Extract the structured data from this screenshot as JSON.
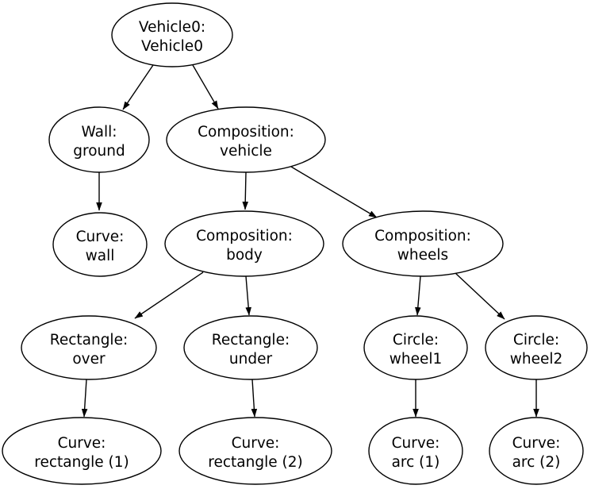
{
  "diagram": {
    "type": "tree",
    "background": "#ffffff",
    "node_fill": "#ffffff",
    "node_stroke": "#000000",
    "edge_color": "#000000",
    "text_color": "#000000",
    "nodes": [
      {
        "id": "vehicle0",
        "line1": "Vehicle0:",
        "line2": "Vehicle0"
      },
      {
        "id": "wall-ground",
        "line1": "Wall:",
        "line2": "ground"
      },
      {
        "id": "composition-vehicle",
        "line1": "Composition:",
        "line2": "vehicle"
      },
      {
        "id": "curve-wall",
        "line1": "Curve:",
        "line2": "wall"
      },
      {
        "id": "composition-body",
        "line1": "Composition:",
        "line2": "body"
      },
      {
        "id": "composition-wheels",
        "line1": "Composition:",
        "line2": "wheels"
      },
      {
        "id": "rectangle-over",
        "line1": "Rectangle:",
        "line2": "over"
      },
      {
        "id": "rectangle-under",
        "line1": "Rectangle:",
        "line2": "under"
      },
      {
        "id": "circle-wheel1",
        "line1": "Circle:",
        "line2": "wheel1"
      },
      {
        "id": "circle-wheel2",
        "line1": "Circle:",
        "line2": "wheel2"
      },
      {
        "id": "curve-rectangle-1",
        "line1": "Curve:",
        "line2": "rectangle (1)"
      },
      {
        "id": "curve-rectangle-2",
        "line1": "Curve:",
        "line2": "rectangle (2)"
      },
      {
        "id": "curve-arc-1",
        "line1": "Curve:",
        "line2": "arc (1)"
      },
      {
        "id": "curve-arc-2",
        "line1": "Curve:",
        "line2": "arc (2)"
      }
    ],
    "edges": [
      {
        "from": "vehicle0",
        "to": "wall-ground"
      },
      {
        "from": "vehicle0",
        "to": "composition-vehicle"
      },
      {
        "from": "wall-ground",
        "to": "curve-wall"
      },
      {
        "from": "composition-vehicle",
        "to": "composition-body"
      },
      {
        "from": "composition-vehicle",
        "to": "composition-wheels"
      },
      {
        "from": "composition-body",
        "to": "rectangle-over"
      },
      {
        "from": "composition-body",
        "to": "rectangle-under"
      },
      {
        "from": "composition-wheels",
        "to": "circle-wheel1"
      },
      {
        "from": "composition-wheels",
        "to": "circle-wheel2"
      },
      {
        "from": "rectangle-over",
        "to": "curve-rectangle-1"
      },
      {
        "from": "rectangle-under",
        "to": "curve-rectangle-2"
      },
      {
        "from": "circle-wheel1",
        "to": "curve-arc-1"
      },
      {
        "from": "circle-wheel2",
        "to": "curve-arc-2"
      }
    ]
  }
}
